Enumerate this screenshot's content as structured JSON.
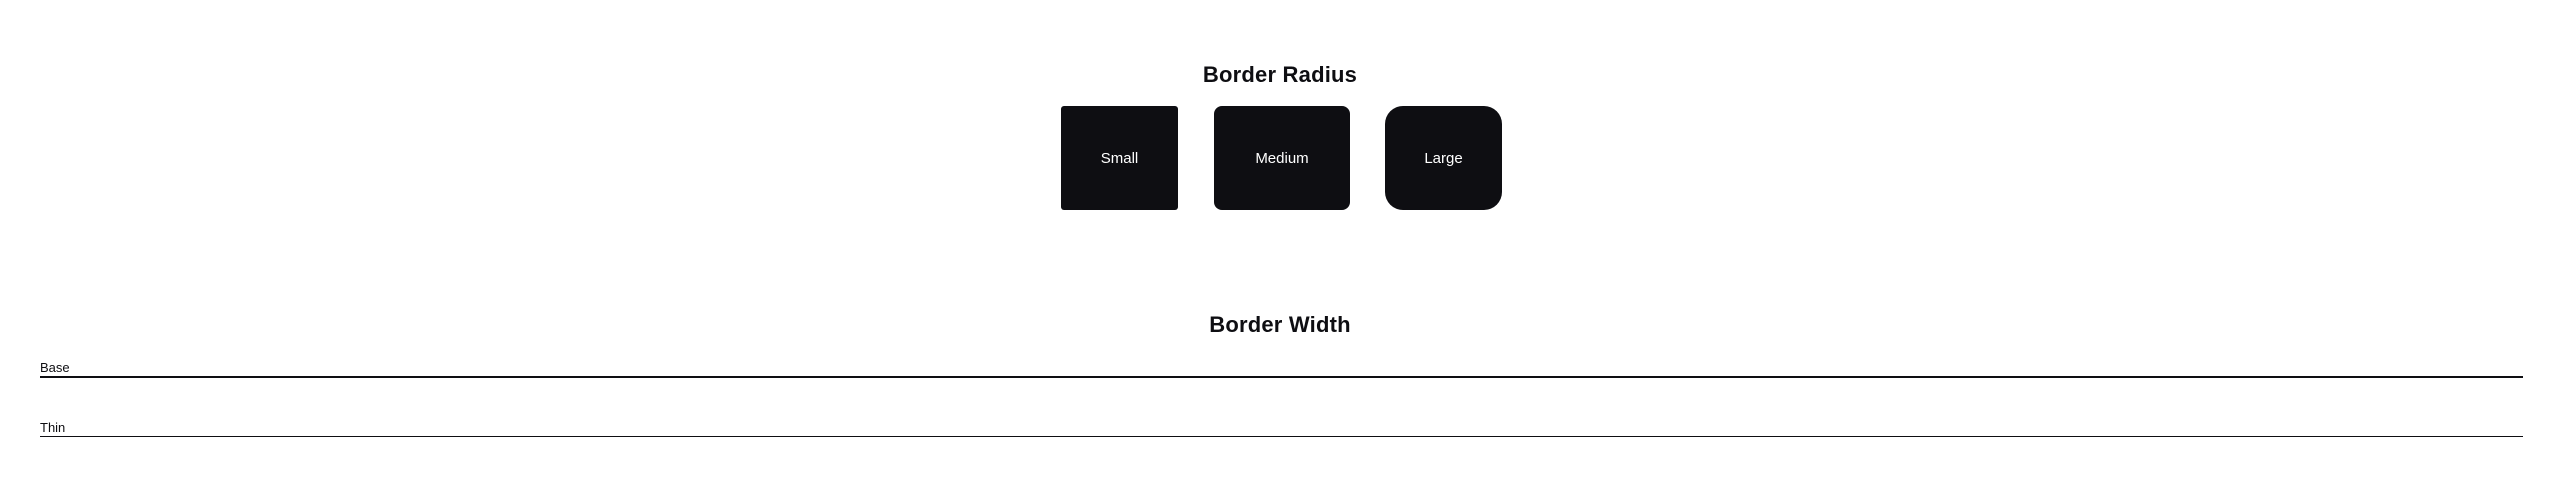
{
  "border_radius": {
    "title": "Border Radius",
    "tiles": [
      {
        "label": "Small"
      },
      {
        "label": "Medium"
      },
      {
        "label": "Large"
      }
    ]
  },
  "border_width": {
    "title": "Border Width",
    "samples": [
      {
        "label": "Base"
      },
      {
        "label": "Thin"
      }
    ]
  },
  "colors": {
    "background": "#ffffff",
    "tile_fill": "#0e0e12",
    "tile_text": "#ffffff",
    "text": "#0e0e12"
  }
}
